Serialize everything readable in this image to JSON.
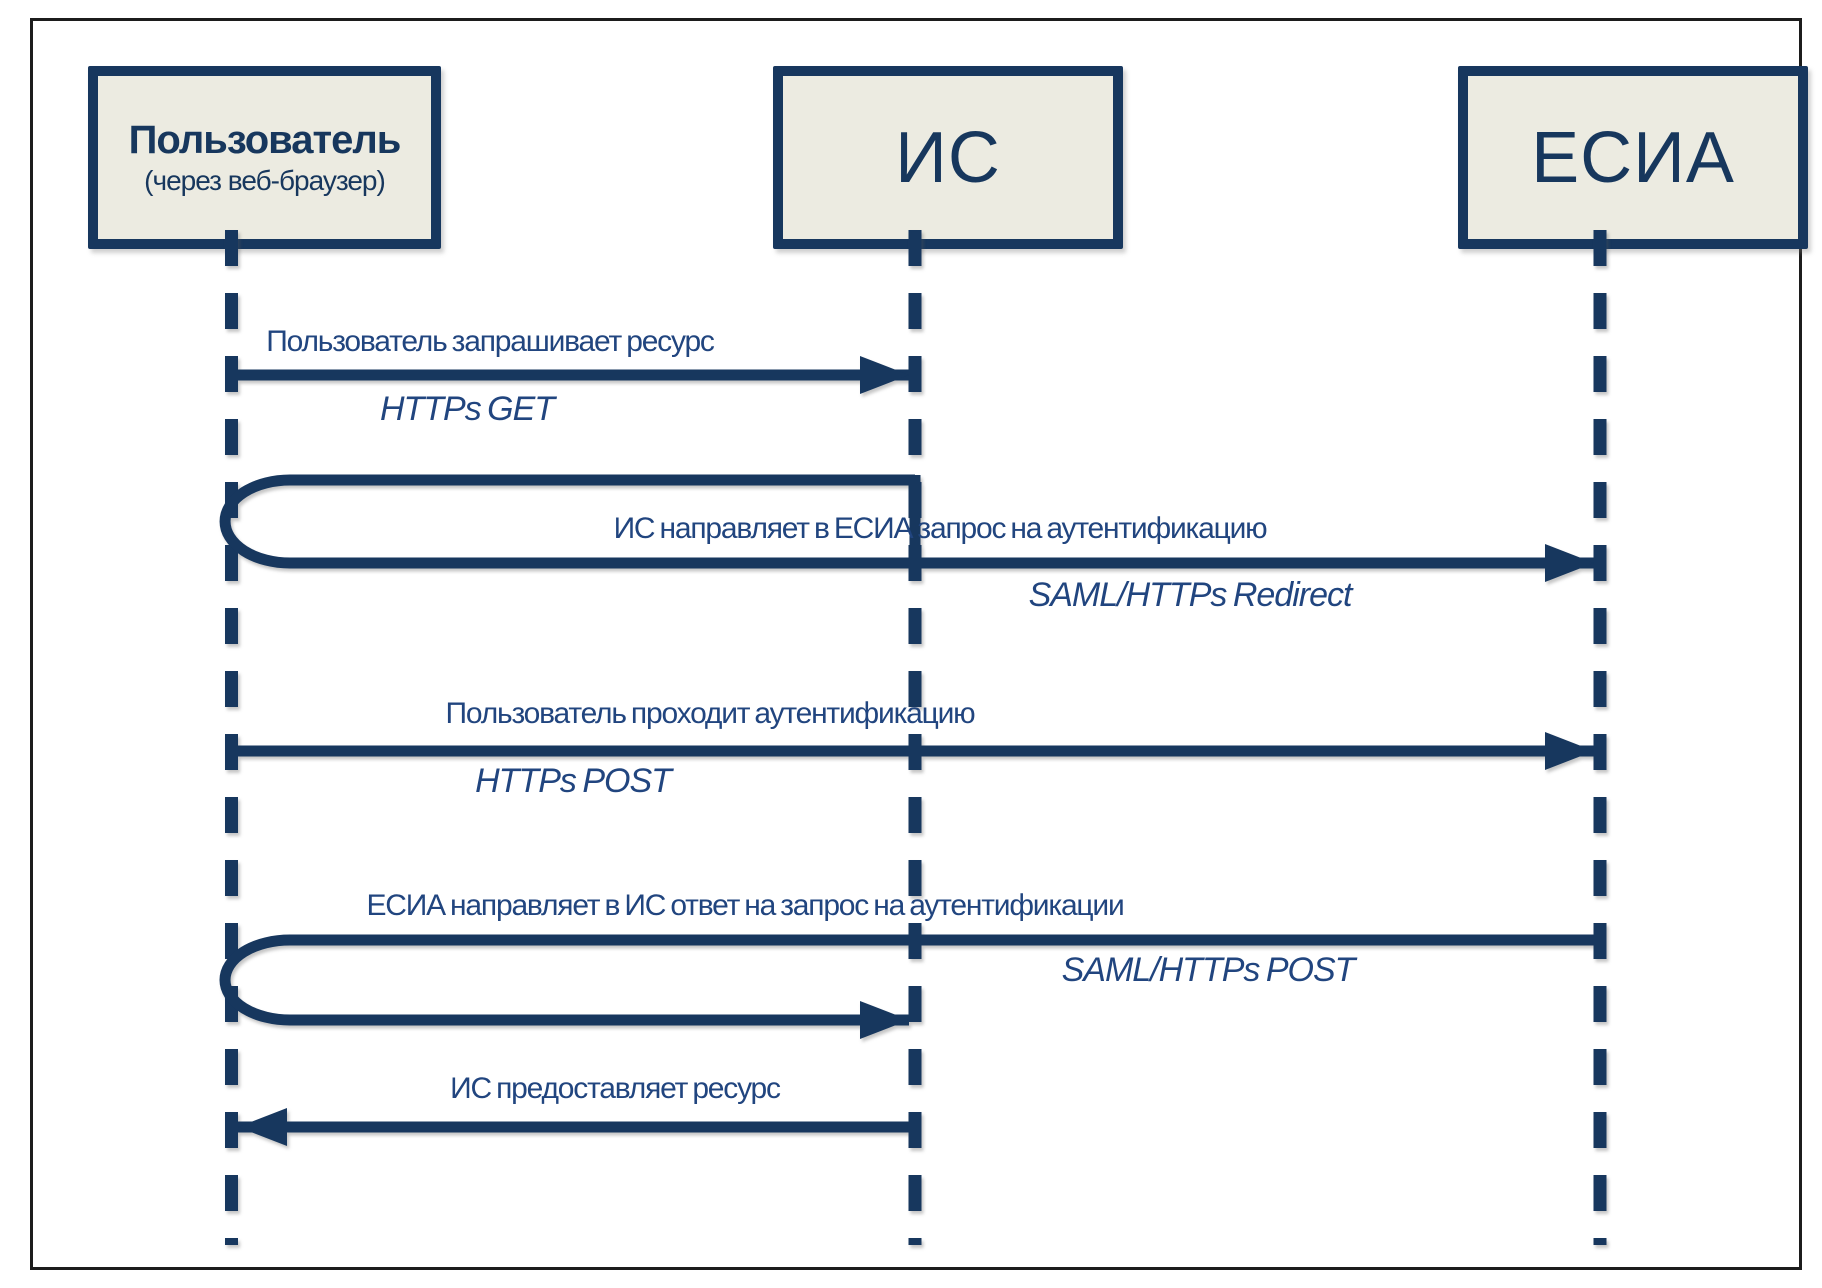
{
  "diagram": {
    "title": "Схема аутентификации через ЕСИА (sequence diagram)",
    "actors": [
      {
        "id": "user",
        "title": "Пользователь",
        "subtitle": "(через веб-браузер)"
      },
      {
        "id": "is",
        "title": "ИС"
      },
      {
        "id": "esia",
        "title": "ЕСИА"
      }
    ],
    "messages": [
      {
        "n": 1,
        "from": "user",
        "to": "is",
        "kind": "direct",
        "label": "Пользователь запрашивает ресурс",
        "protocol": "HTTPs GET"
      },
      {
        "n": 2,
        "from": "is",
        "to": "esia",
        "kind": "loop-via-user",
        "label": "ИС направляет в ЕСИА запрос на аутентификацию",
        "protocol": "SAML/HTTPs Redirect"
      },
      {
        "n": 3,
        "from": "user",
        "to": "esia",
        "kind": "direct",
        "label": "Пользователь проходит аутентификацию",
        "protocol": "HTTPs POST"
      },
      {
        "n": 4,
        "from": "esia",
        "to": "is",
        "kind": "loop-via-user",
        "label": "ЕСИА направляет в ИС ответ на запрос на аутентификации",
        "protocol": "SAML/HTTPs POST"
      },
      {
        "n": 5,
        "from": "is",
        "to": "user",
        "kind": "direct",
        "label": "ИС предоставляет ресурс",
        "protocol": ""
      }
    ]
  },
  "colors": {
    "line_navy": "#17375e",
    "label_blue": "#21457f",
    "box_fill": "#ecebe1",
    "frame_border": "#1c1c1c",
    "background": "#ffffff"
  }
}
